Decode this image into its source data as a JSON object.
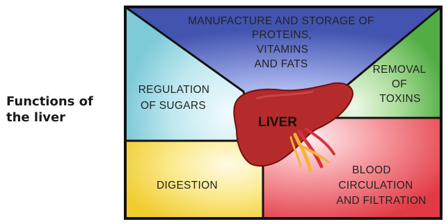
{
  "side_title": {
    "line1": "Functions of",
    "line2": "the liver"
  },
  "center_label": "LIVER",
  "regions": {
    "manufacture": {
      "lines": [
        "MANUFACTURE AND STORAGE OF",
        "PROTEINS,",
        "VITAMINS",
        "AND FATS"
      ],
      "color": "#4a5fb8"
    },
    "regulation": {
      "lines": [
        "REGULATION",
        "OF SUGARS"
      ],
      "color": "#8fd3e0"
    },
    "removal": {
      "lines": [
        "REMOVAL",
        "OF",
        "TOXINS"
      ],
      "color": "#6cbf5a"
    },
    "digestion": {
      "lines": [
        "DIGESTION"
      ],
      "color": "#f3d64a"
    },
    "blood": {
      "lines": [
        "BLOOD",
        "CIRCULATION",
        "AND FILTRATION"
      ],
      "color": "#e84a52"
    }
  },
  "colors": {
    "liver": "#b52a2a",
    "vessel_yellow": "#f4b33c",
    "vessel_red": "#d8323a",
    "border": "#111111"
  }
}
